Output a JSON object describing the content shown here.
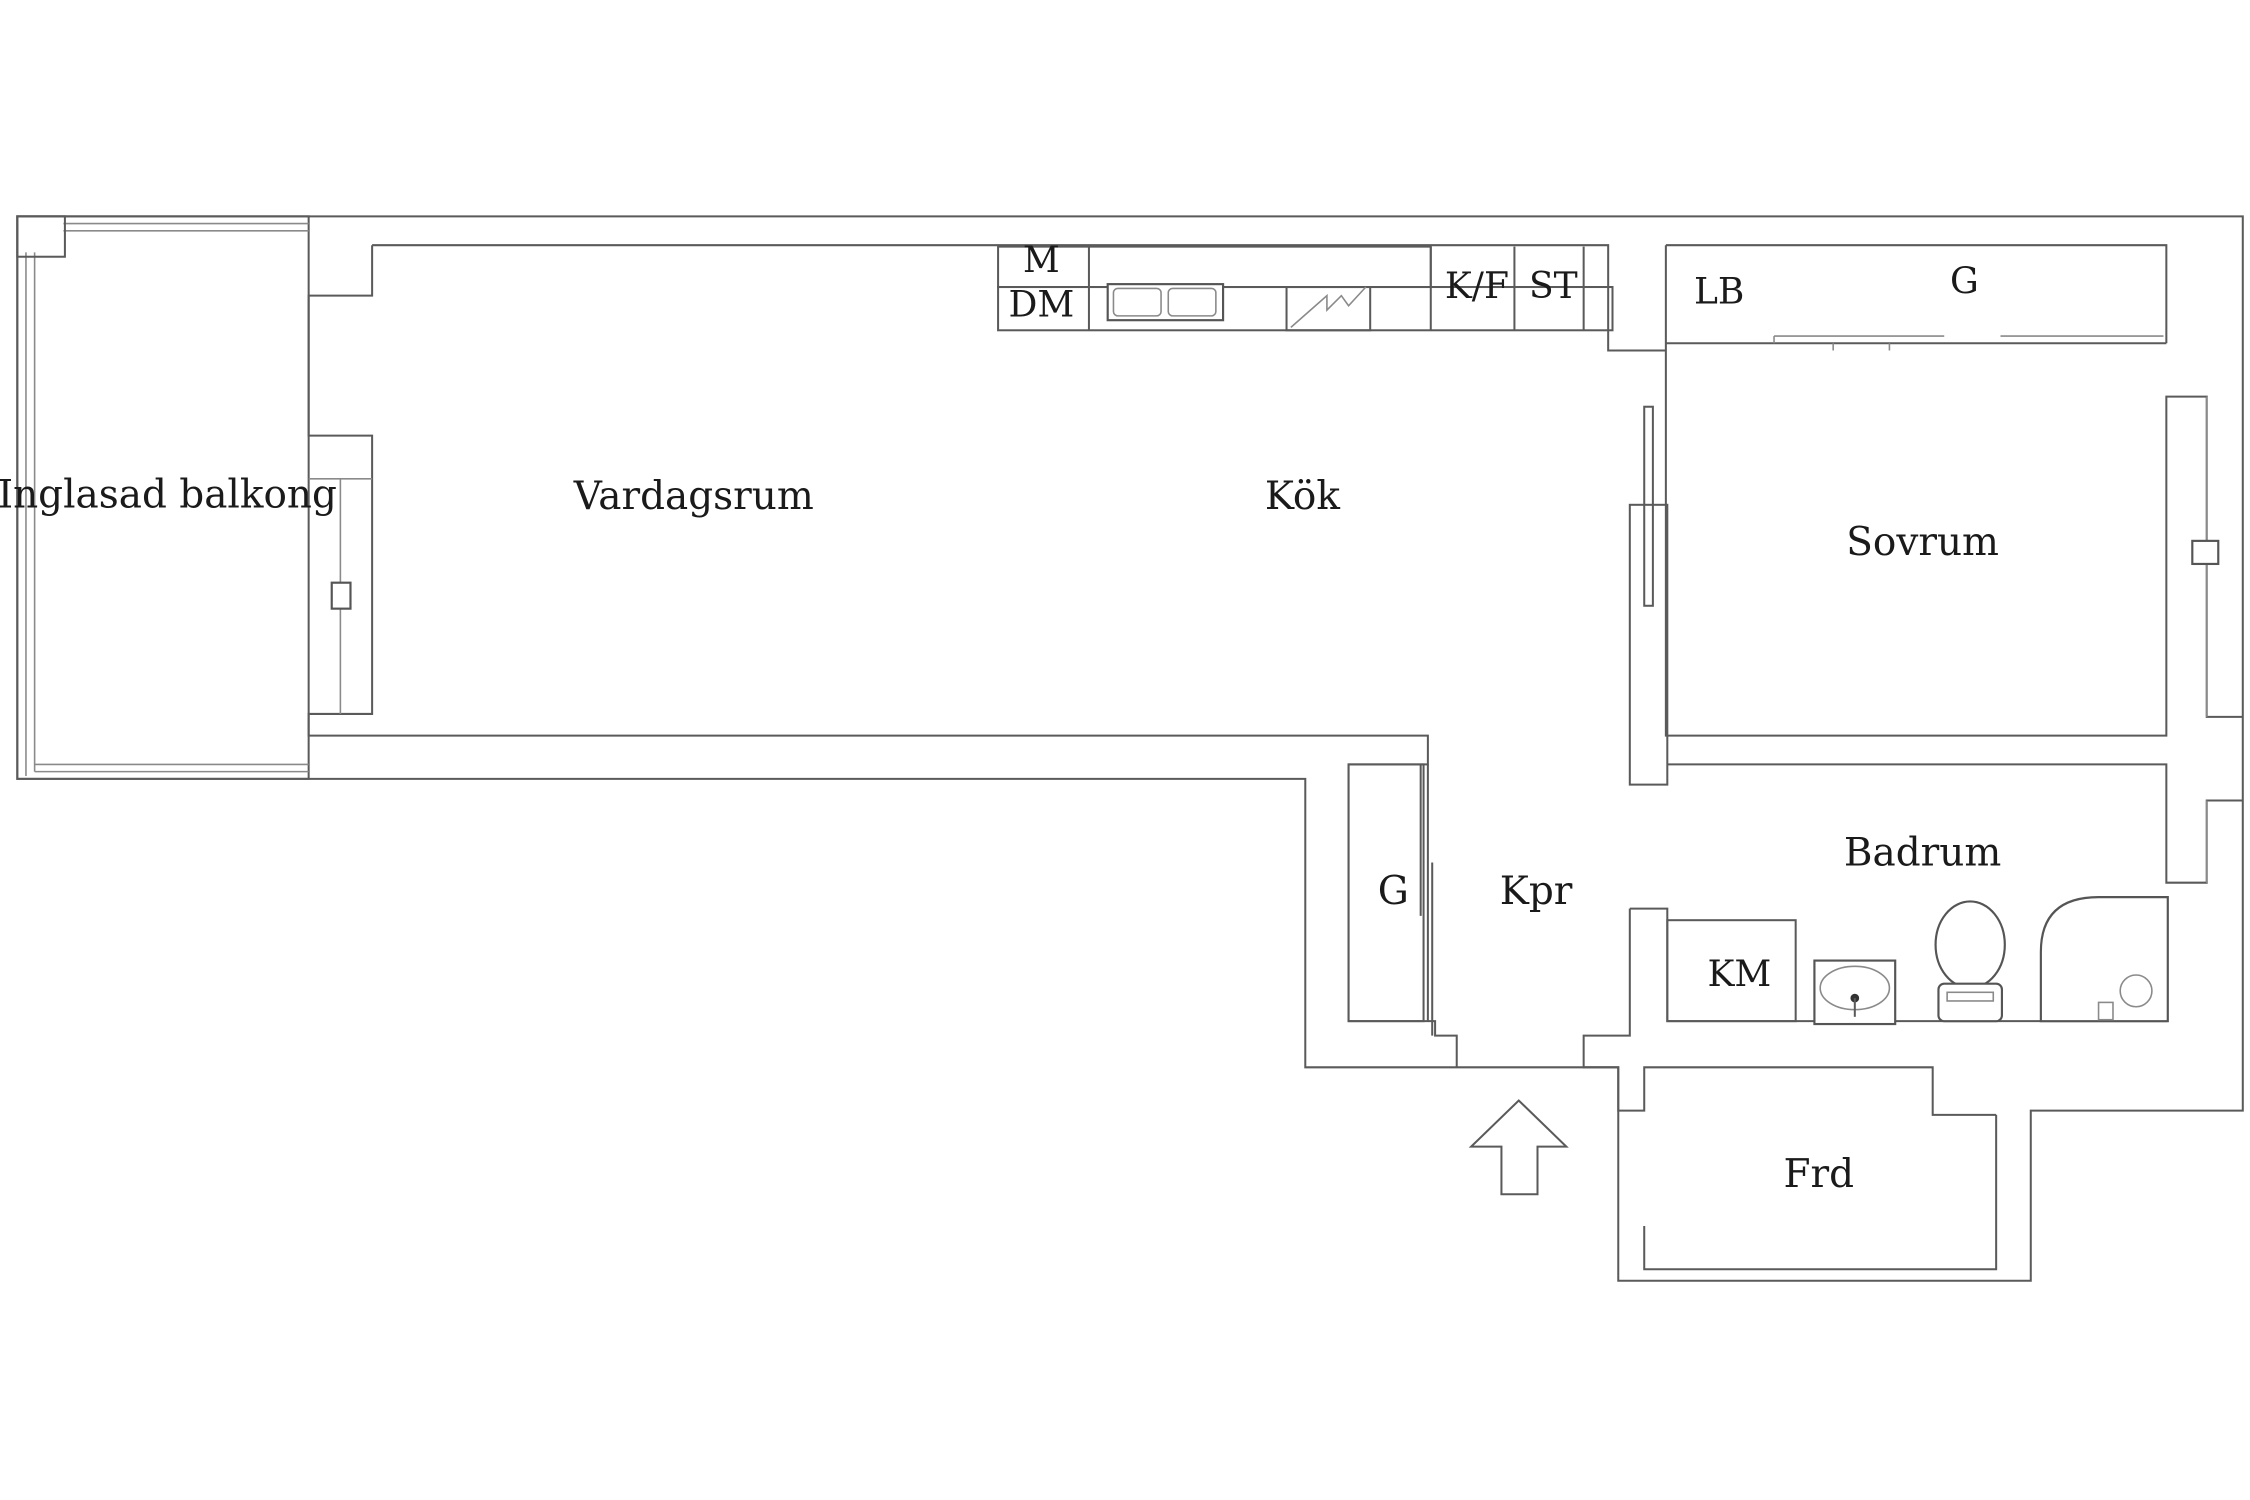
{
  "rooms": {
    "balcony": "Inglasad balkong",
    "living": "Vardagsrum",
    "kitchen": "Kök",
    "bedroom": "Sovrum",
    "bathroom": "Badrum",
    "corridor": "Kpr",
    "closet_hall": "G",
    "storage": "Frd"
  },
  "fixtures": {
    "microwave": "M",
    "dishwasher": "DM",
    "fridge_freezer": "K/F",
    "oven": "ST",
    "linen_closet": "LB",
    "wardrobe": "G",
    "washing_machine": "KM"
  }
}
